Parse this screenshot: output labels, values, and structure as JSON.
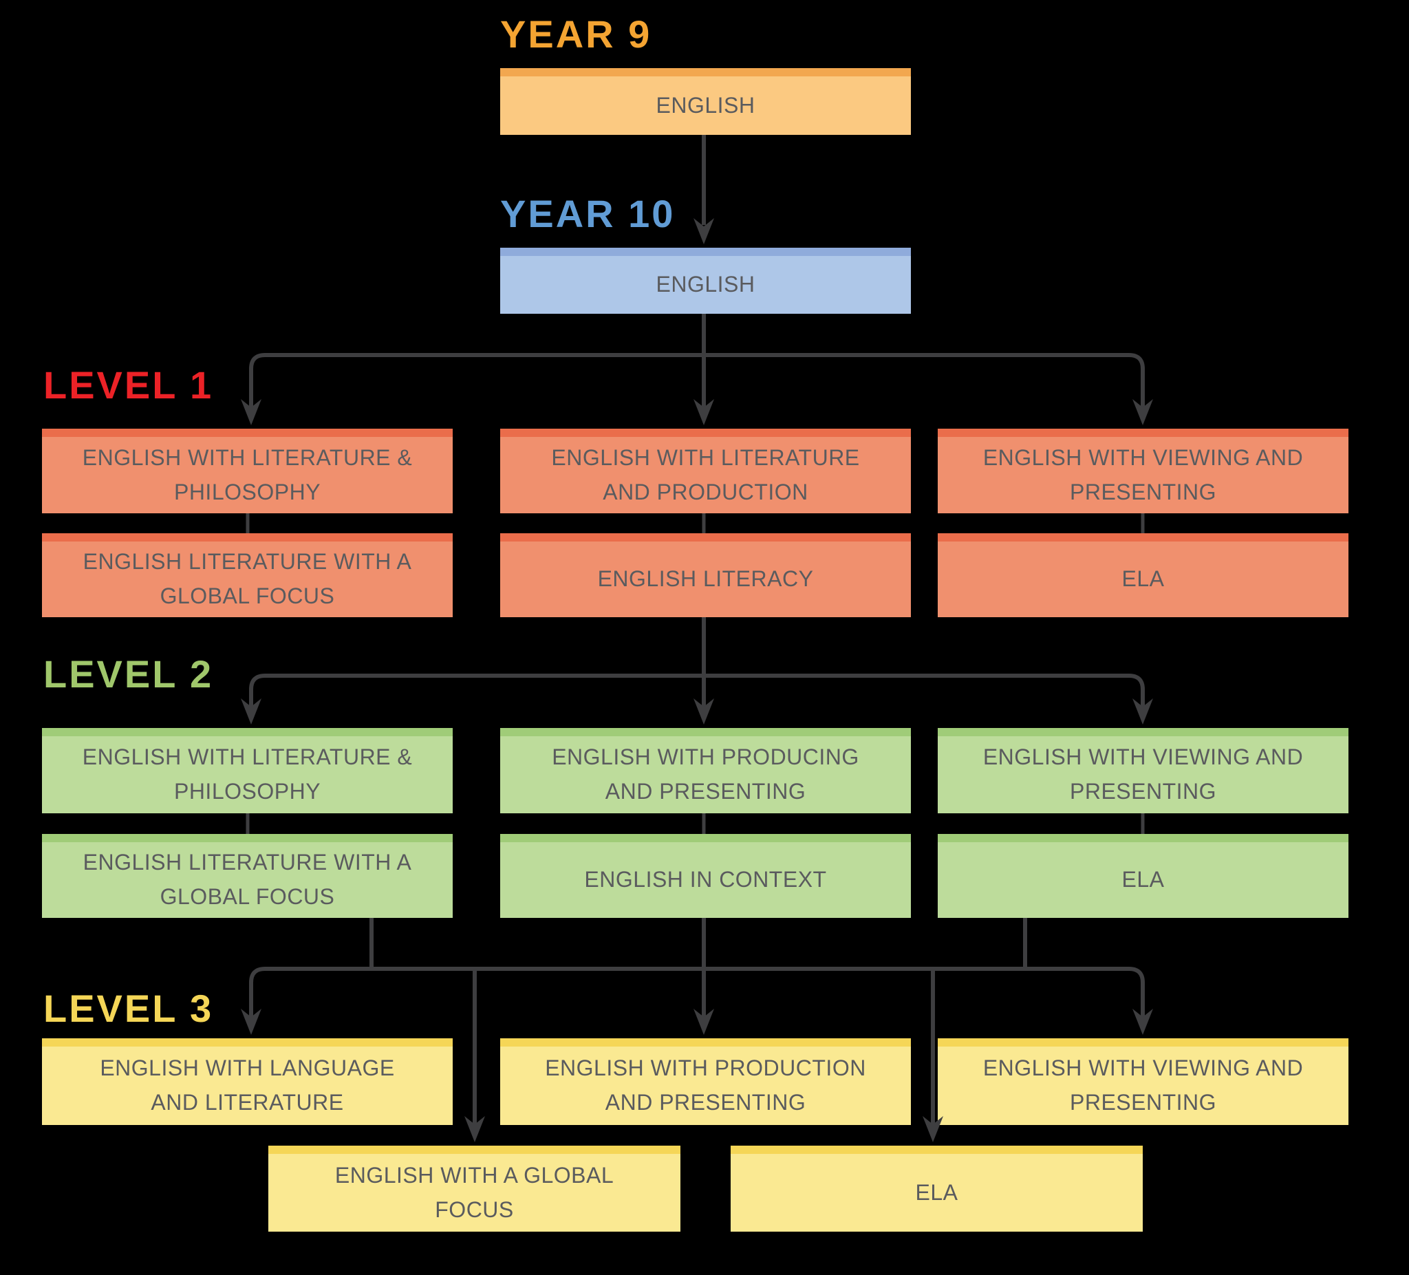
{
  "colors": {
    "background": "#000000",
    "text-dark": "#5A5B5E",
    "line": "#3E3E40",
    "year9-label": "#F4A432",
    "year9-body": "#FBC981",
    "year9-strip": "#F2A74F",
    "year10-label": "#619CD5",
    "year10-body": "#AEC7E8",
    "year10-strip": "#8FABDB",
    "level1-label": "#EC2227",
    "level1-body": "#F0906E",
    "level1-strip": "#EA6D4B",
    "level2-label": "#A0C76B",
    "level2-body": "#BDDC9B",
    "level2-strip": "#A0CC78",
    "level3-label": "#F5D657",
    "level3-body": "#FAE992",
    "level3-strip": "#F5D657"
  },
  "diagram": {
    "year9": {
      "label": "YEAR 9",
      "box": "ENGLISH"
    },
    "year10": {
      "label": "YEAR 10",
      "box": "ENGLISH"
    },
    "level1": {
      "label": "LEVEL 1",
      "columns": [
        {
          "top": "ENGLISH WITH LITERATURE & PHILOSOPHY",
          "bottom": "ENGLISH LITERATURE WITH A GLOBAL FOCUS"
        },
        {
          "top": "ENGLISH WITH LITERATURE AND PRODUCTION",
          "bottom": "ENGLISH LITERACY"
        },
        {
          "top": "ENGLISH WITH VIEWING AND PRESENTING",
          "bottom": "ELA"
        }
      ]
    },
    "level2": {
      "label": "LEVEL 2",
      "columns": [
        {
          "top": "ENGLISH WITH LITERATURE & PHILOSOPHY",
          "bottom": "ENGLISH LITERATURE WITH A GLOBAL FOCUS"
        },
        {
          "top": "ENGLISH WITH PRODUCING AND PRESENTING",
          "bottom": "ENGLISH IN CONTEXT"
        },
        {
          "top": "ENGLISH WITH VIEWING AND PRESENTING",
          "bottom": "ELA"
        }
      ]
    },
    "level3": {
      "label": "LEVEL 3",
      "columns": [
        {
          "top": "ENGLISH WITH LANGUAGE AND LITERATURE"
        },
        {
          "top": "ENGLISH WITH PRODUCTION AND PRESENTING"
        },
        {
          "top": "ENGLISH WITH VIEWING AND PRESENTING"
        }
      ],
      "row2": [
        {
          "text": "ENGLISH WITH A GLOBAL FOCUS"
        },
        {
          "text": "ELA"
        }
      ]
    }
  }
}
